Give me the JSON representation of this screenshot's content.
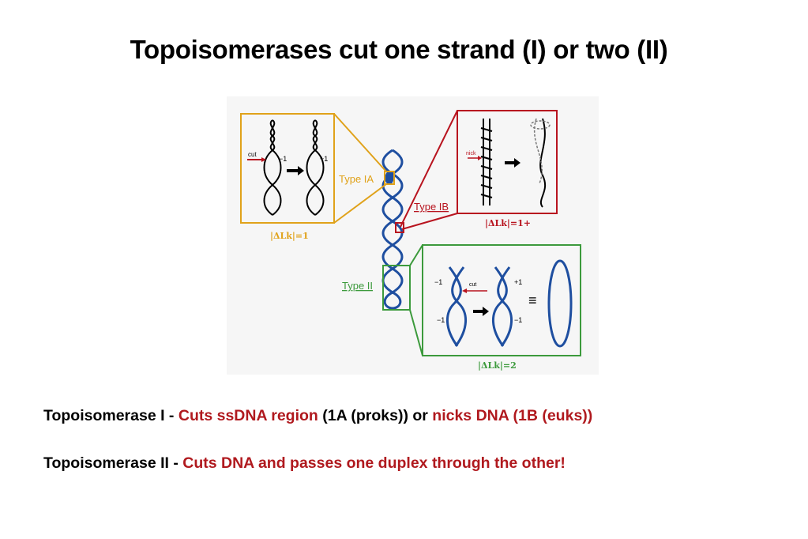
{
  "title": "Topoisomerases cut one strand (I) or two (II)",
  "diagram": {
    "type_ia": {
      "label": "Type IA",
      "delta": "|ΔLk|=1",
      "cut": "cut",
      "minus": "−1",
      "plus": "+1",
      "color": "#e0a21a"
    },
    "type_ib": {
      "label": "Type IB",
      "delta": "|ΔLk|=1+",
      "cut": "nick",
      "color": "#b8141f"
    },
    "type_ii": {
      "label": "Type II",
      "delta": "|ΔLk|=2",
      "cut": "cut",
      "minus_top": "−1",
      "minus_bottom": "−1",
      "plus_top": "+1",
      "minus_right": "−1",
      "equiv": "≡",
      "color": "#3c9a3c"
    },
    "dna_color": "#1f4fa0"
  },
  "lines": {
    "topo1_prefix": "Topoisomerase I - ",
    "topo1_red1": "Cuts ssDNA region",
    "topo1_mid": " (1A (proks)) or ",
    "topo1_red2": "nicks DNA (1B (euks))",
    "topo2_prefix": "Topoisomerase II - ",
    "topo2_red": "Cuts DNA and passes one duplex through the other!"
  }
}
